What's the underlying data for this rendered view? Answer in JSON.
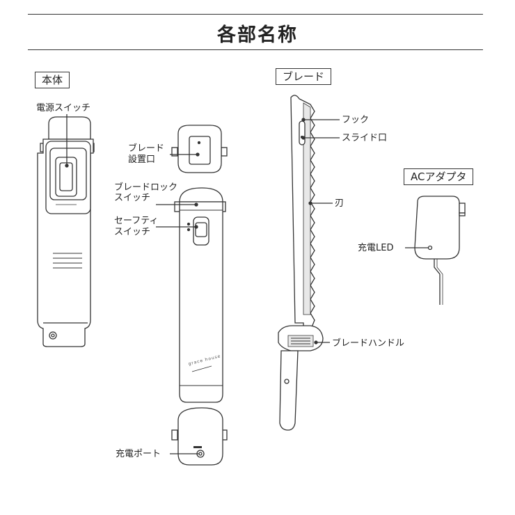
{
  "page": {
    "title": "各部名称"
  },
  "sections": {
    "body": "本体",
    "blade": "ブレード",
    "adapter": "ACアダプタ"
  },
  "labels": {
    "power_switch": "電源スイッチ",
    "blade_slot_1": "ブレード",
    "blade_slot_2": "設置口",
    "blade_lock_1": "ブレードロック",
    "blade_lock_2": "スイッチ",
    "safety_1": "セーフティ",
    "safety_2": "スイッチ",
    "charge_port": "充電ポート",
    "hook": "フック",
    "slide_slot": "スライド口",
    "edge": "刃",
    "blade_handle": "ブレードハンドル",
    "charge_led": "充電LED"
  },
  "device_print": {
    "brand": "grace house"
  },
  "colors": {
    "line": "#333333",
    "fill": "#ffffff",
    "shade": "#e8e8e8"
  }
}
